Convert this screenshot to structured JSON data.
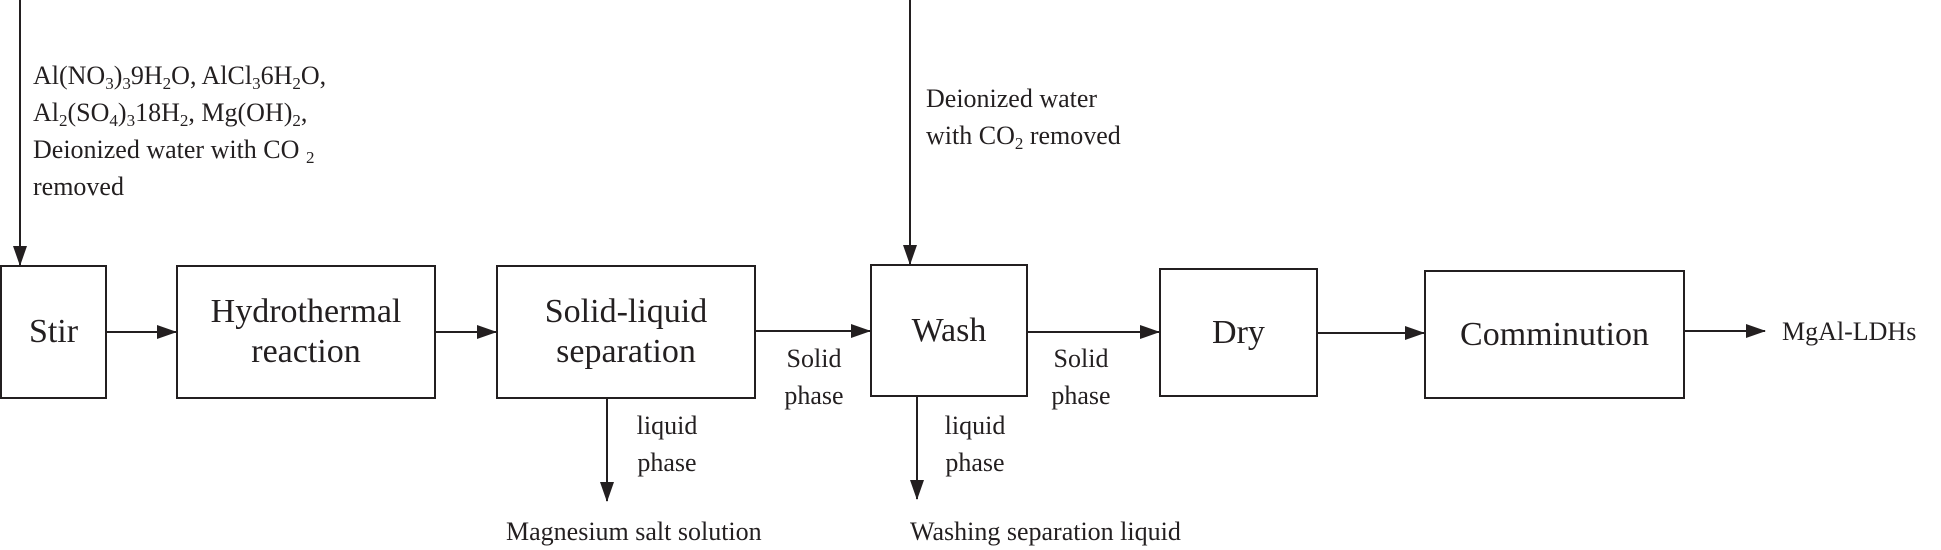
{
  "boxes": {
    "stir": "Stir",
    "hydrothermal": [
      "Hydrothermal",
      "reaction"
    ],
    "separation": [
      "Solid-liquid",
      "separation"
    ],
    "wash": "Wash",
    "dry": "Dry",
    "comminution": "Comminution"
  },
  "inputs": {
    "reagents": {
      "line1": {
        "p1": "Al(NO",
        "s1": "3",
        "p2": ")",
        "s2": "3",
        "p3": "9H",
        "s3": "2",
        "p4": "O, AlCl",
        "s4": "3",
        "p5": "6H",
        "s5": "2",
        "p6": "O,"
      },
      "line2": {
        "p1": "Al",
        "s1": "2",
        "p2": "(SO",
        "s2": "4",
        "p3": ")",
        "s3": "3",
        "p4": "18H",
        "s4": "2",
        "p5": ", Mg(OH)",
        "s5": "2",
        "p6": ","
      },
      "line3": {
        "p1": "Deionized water with CO ",
        "s1": "2"
      },
      "line4": "removed"
    },
    "wash_water": {
      "line1": "Deionized water",
      "line2": {
        "p1": "with CO",
        "s1": "2",
        "p2": " removed"
      }
    }
  },
  "flow_labels": {
    "sep_to_wash": [
      "Solid",
      "phase"
    ],
    "wash_to_dry": [
      "Solid",
      "phase"
    ],
    "sep_liquid": [
      "liquid",
      "phase"
    ],
    "wash_liquid": [
      "liquid",
      "phase"
    ]
  },
  "outputs": {
    "magnesium": "Magnesium salt solution",
    "washing": "Washing separation liquid",
    "product": "MgAl-LDHs"
  }
}
